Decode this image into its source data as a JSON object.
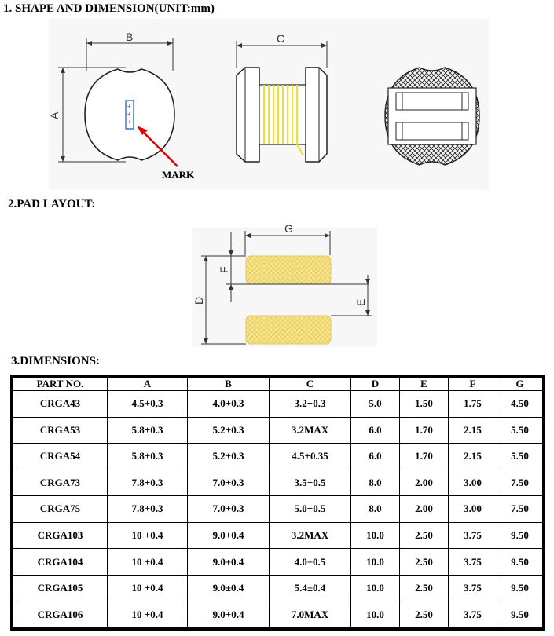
{
  "headings": {
    "shape": "1. SHAPE AND DIMENSION(UNIT:mm)",
    "pad": "2.PAD LAYOUT:",
    "dimensions": "3.DIMENSIONS:"
  },
  "figure": {
    "dim_a": "A",
    "dim_b": "B",
    "dim_c": "C",
    "mark_label": "MARK",
    "pad_d": "D",
    "pad_e": "E",
    "pad_f": "F",
    "pad_g": "G",
    "colors": {
      "winding": "#f2dd3c",
      "pad": "#f5e07a",
      "arrow": "#e00000",
      "mark_box": "#2a6fd6"
    }
  },
  "table": {
    "headers": [
      "PART  NO.",
      "A",
      "B",
      "C",
      "D",
      "E",
      "F",
      "G"
    ],
    "rows": [
      [
        "CRGA43",
        "4.5+0.3",
        "4.0+0.3",
        "3.2+0.3",
        "5.0",
        "1.50",
        "1.75",
        "4.50"
      ],
      [
        "CRGA53",
        "5.8+0.3",
        "5.2+0.3",
        "3.2MAX",
        "6.0",
        "1.70",
        "2.15",
        "5.50"
      ],
      [
        "CRGA54",
        "5.8+0.3",
        "5.2+0.3",
        "4.5+0.35",
        "6.0",
        "1.70",
        "2.15",
        "5.50"
      ],
      [
        "CRGA73",
        "7.8+0.3",
        "7.0+0.3",
        "3.5+0.5",
        "8.0",
        "2.00",
        "3.00",
        "7.50"
      ],
      [
        "CRGA75",
        "7.8+0.3",
        "7.0+0.3",
        "5.0+0.5",
        "8.0",
        "2.00",
        "3.00",
        "7.50"
      ],
      [
        "CRGA103",
        "10 +0.4",
        "9.0+0.4",
        "3.2MAX",
        "10.0",
        "2.50",
        "3.75",
        "9.50"
      ],
      [
        "CRGA104",
        "10 +0.4",
        "9.0±0.4",
        "4.0±0.5",
        "10.0",
        "2.50",
        "3.75",
        "9.50"
      ],
      [
        "CRGA105",
        "10 +0.4",
        "9.0±0.4",
        "5.4±0.4",
        "10.0",
        "2.50",
        "3.75",
        "9.50"
      ],
      [
        "CRGA106",
        "10 +0.4",
        "9.0+0.4",
        "7.0MAX",
        "10.0",
        "2.50",
        "3.75",
        "9.50"
      ]
    ]
  }
}
